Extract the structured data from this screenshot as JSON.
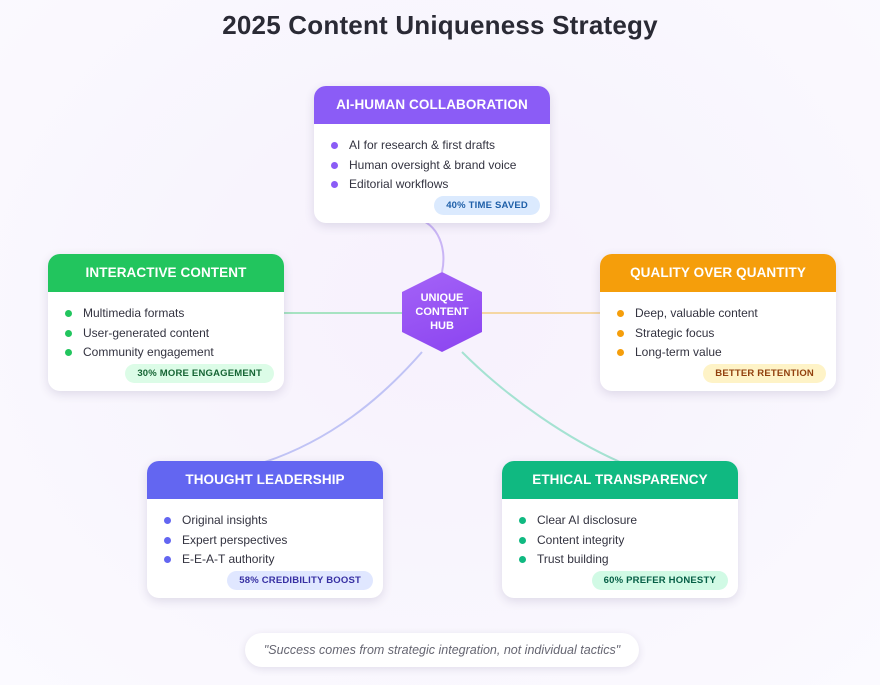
{
  "title": "2025 Content Uniqueness Strategy",
  "hub": {
    "label": "UNIQUE CONTENT HUB"
  },
  "cards": {
    "ai": {
      "title": "AI-HUMAN COLLABORATION",
      "items": [
        "AI for research & first drafts",
        "Human oversight & brand voice",
        "Editorial workflows"
      ],
      "badge": "40% TIME SAVED",
      "color": "#8b5cf6"
    },
    "interactive": {
      "title": "INTERACTIVE CONTENT",
      "items": [
        "Multimedia formats",
        "User-generated content",
        "Community engagement"
      ],
      "badge": "30% MORE ENGAGEMENT",
      "color": "#22c55e"
    },
    "quality": {
      "title": "QUALITY OVER QUANTITY",
      "items": [
        "Deep, valuable content",
        "Strategic focus",
        "Long-term value"
      ],
      "badge": "BETTER RETENTION",
      "color": "#f59e0b"
    },
    "thought": {
      "title": "THOUGHT LEADERSHIP",
      "items": [
        "Original insights",
        "Expert perspectives",
        "E-E-A-T authority"
      ],
      "badge": "58% CREDIBILITY BOOST",
      "color": "#6366f1"
    },
    "ethical": {
      "title": "ETHICAL TRANSPARENCY",
      "items": [
        "Clear AI disclosure",
        "Content integrity",
        "Trust building"
      ],
      "badge": "60% PREFER HONESTY",
      "color": "#10b981"
    }
  },
  "quote": "\"Success comes from strategic integration, not individual tactics\""
}
